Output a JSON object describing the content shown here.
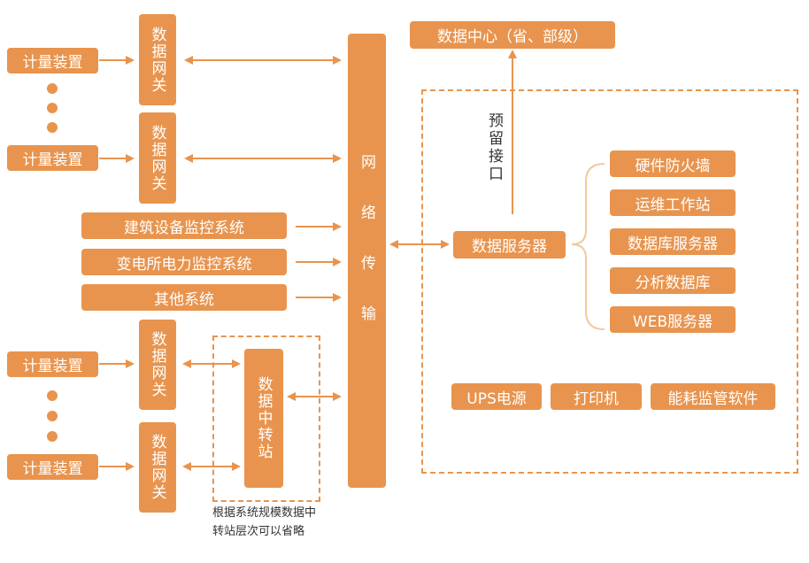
{
  "meter_label": "计量装置",
  "gateway_label": "数据网关",
  "systems": {
    "building": "建筑设备监控系统",
    "substation": "变电所电力监控系统",
    "other": "其他系统"
  },
  "network_transport": "网络传输",
  "relay_station": "数据中转站",
  "relay_note_line1": "根据系统规模数据中",
  "relay_note_line2": "转站层次可以省略",
  "data_center": "数据中心（省、部级）",
  "reserved_interface": "预留接口",
  "data_server": "数据服务器",
  "server_group": [
    "硬件防火墙",
    "运维工作站",
    "数据库服务器",
    "分析数据库",
    "WEB服务器"
  ],
  "peripherals": [
    "UPS电源",
    "打印机",
    "能耗监管软件"
  ],
  "colors": {
    "accent": "#E8944E"
  }
}
